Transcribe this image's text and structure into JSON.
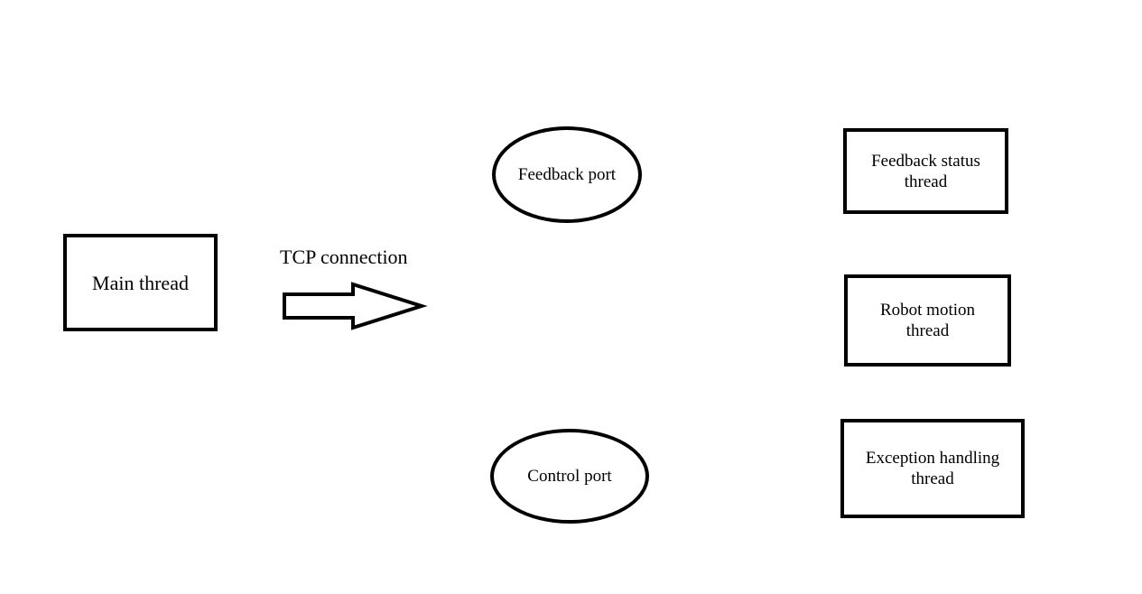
{
  "nodes": {
    "main_thread": "Main thread",
    "feedback_port": "Feedback port",
    "control_port": "Control port",
    "feedback_status_thread": "Feedback status thread",
    "robot_motion_thread": "Robot motion thread",
    "exception_handling_thread": "Exception handling thread"
  },
  "edges": {
    "tcp_connection_label": "TCP connection"
  },
  "colors": {
    "stroke": "#000000",
    "background": "#ffffff"
  }
}
